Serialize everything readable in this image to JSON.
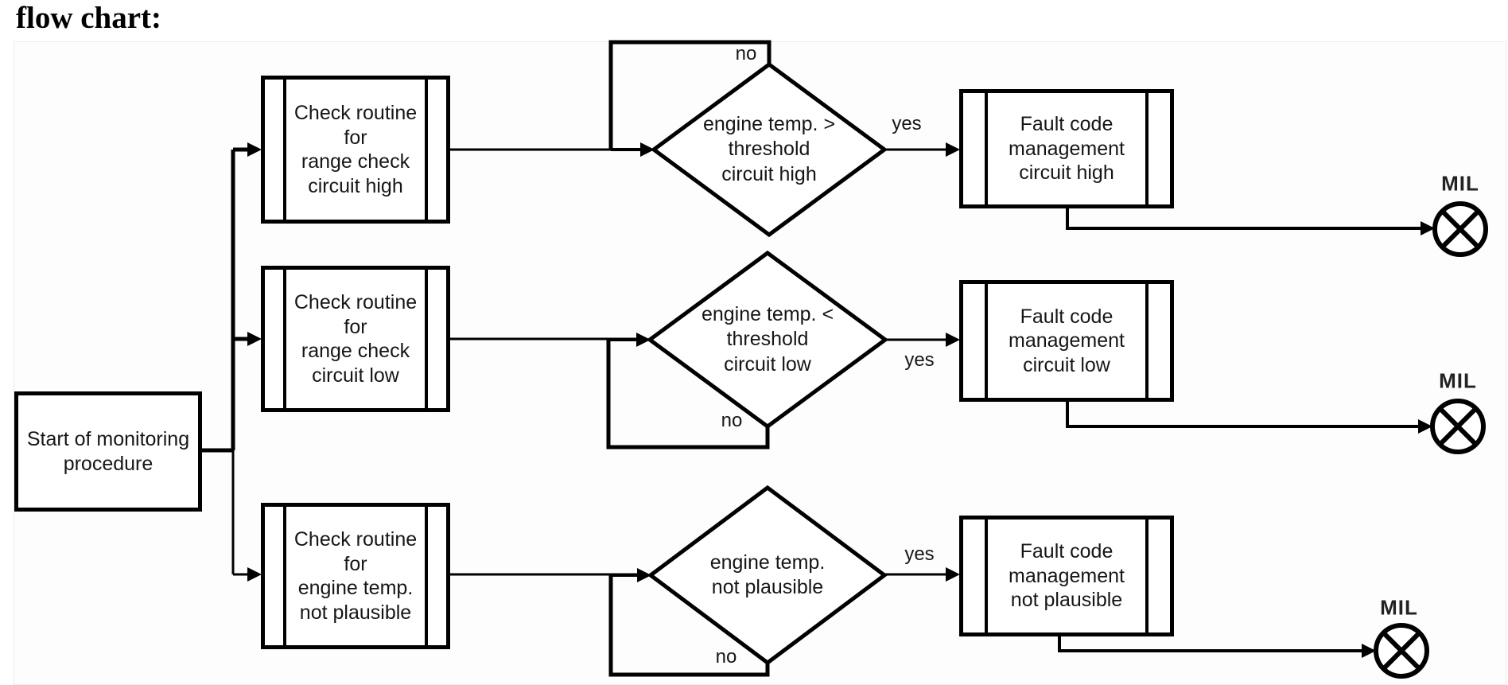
{
  "title": "flow chart:",
  "start": {
    "label": "Start of monitoring\nprocedure"
  },
  "rows": [
    {
      "check": "Check routine\nfor\nrange check\ncircuit high",
      "decision": "engine temp. >\nthreshold\ncircuit high",
      "fault": "Fault code\nmanagement\ncircuit high",
      "yes": "yes",
      "no": "no",
      "mil": "MIL"
    },
    {
      "check": "Check routine\nfor\nrange check\ncircuit low",
      "decision": "engine temp. <\nthreshold\ncircuit low",
      "fault": "Fault code\nmanagement\ncircuit low",
      "yes": "yes",
      "no": "no",
      "mil": "MIL"
    },
    {
      "check": "Check routine\nfor\nengine temp.\nnot plausible",
      "decision": "engine temp.\nnot plausible",
      "fault": "Fault code\nmanagement\nnot plausible",
      "yes": "yes",
      "no": "no",
      "mil": "MIL"
    }
  ],
  "colors": {
    "line": "#000000",
    "text": "#161616",
    "background": "#ffffff"
  }
}
